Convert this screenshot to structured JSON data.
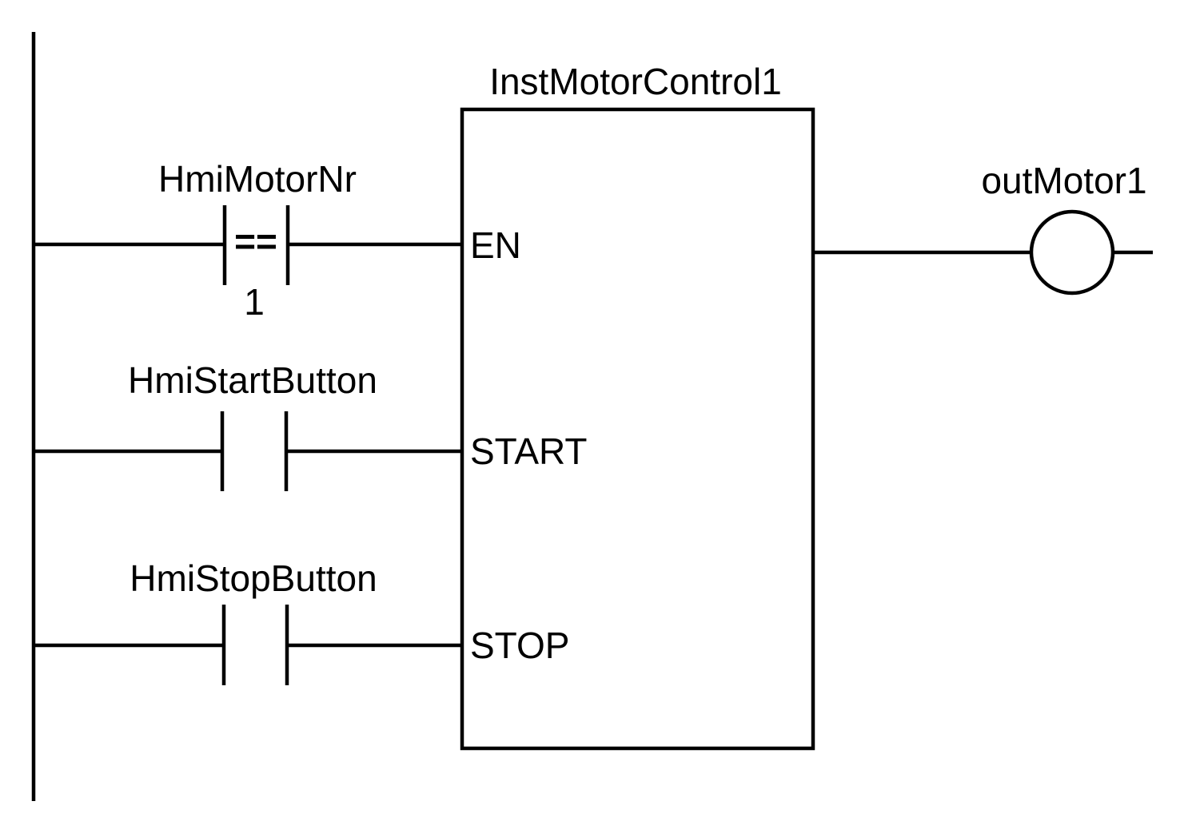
{
  "colors": {
    "line": "#000000",
    "background": "#ffffff"
  },
  "ladder": {
    "rungs": [
      {
        "contact": {
          "label": "HmiMotorNr",
          "type": "comparator-contact",
          "operator": "==",
          "operand": "1"
        }
      },
      {
        "contact": {
          "label": "HmiStartButton",
          "type": "normally-open-contact"
        }
      },
      {
        "contact": {
          "label": "HmiStopButton",
          "type": "normally-open-contact"
        }
      }
    ],
    "function_block": {
      "title": "InstMotorControl1",
      "ports": {
        "en": "EN",
        "start": "START",
        "stop": "STOP"
      }
    },
    "output_coil": {
      "label": "outMotor1",
      "type": "coil"
    }
  }
}
